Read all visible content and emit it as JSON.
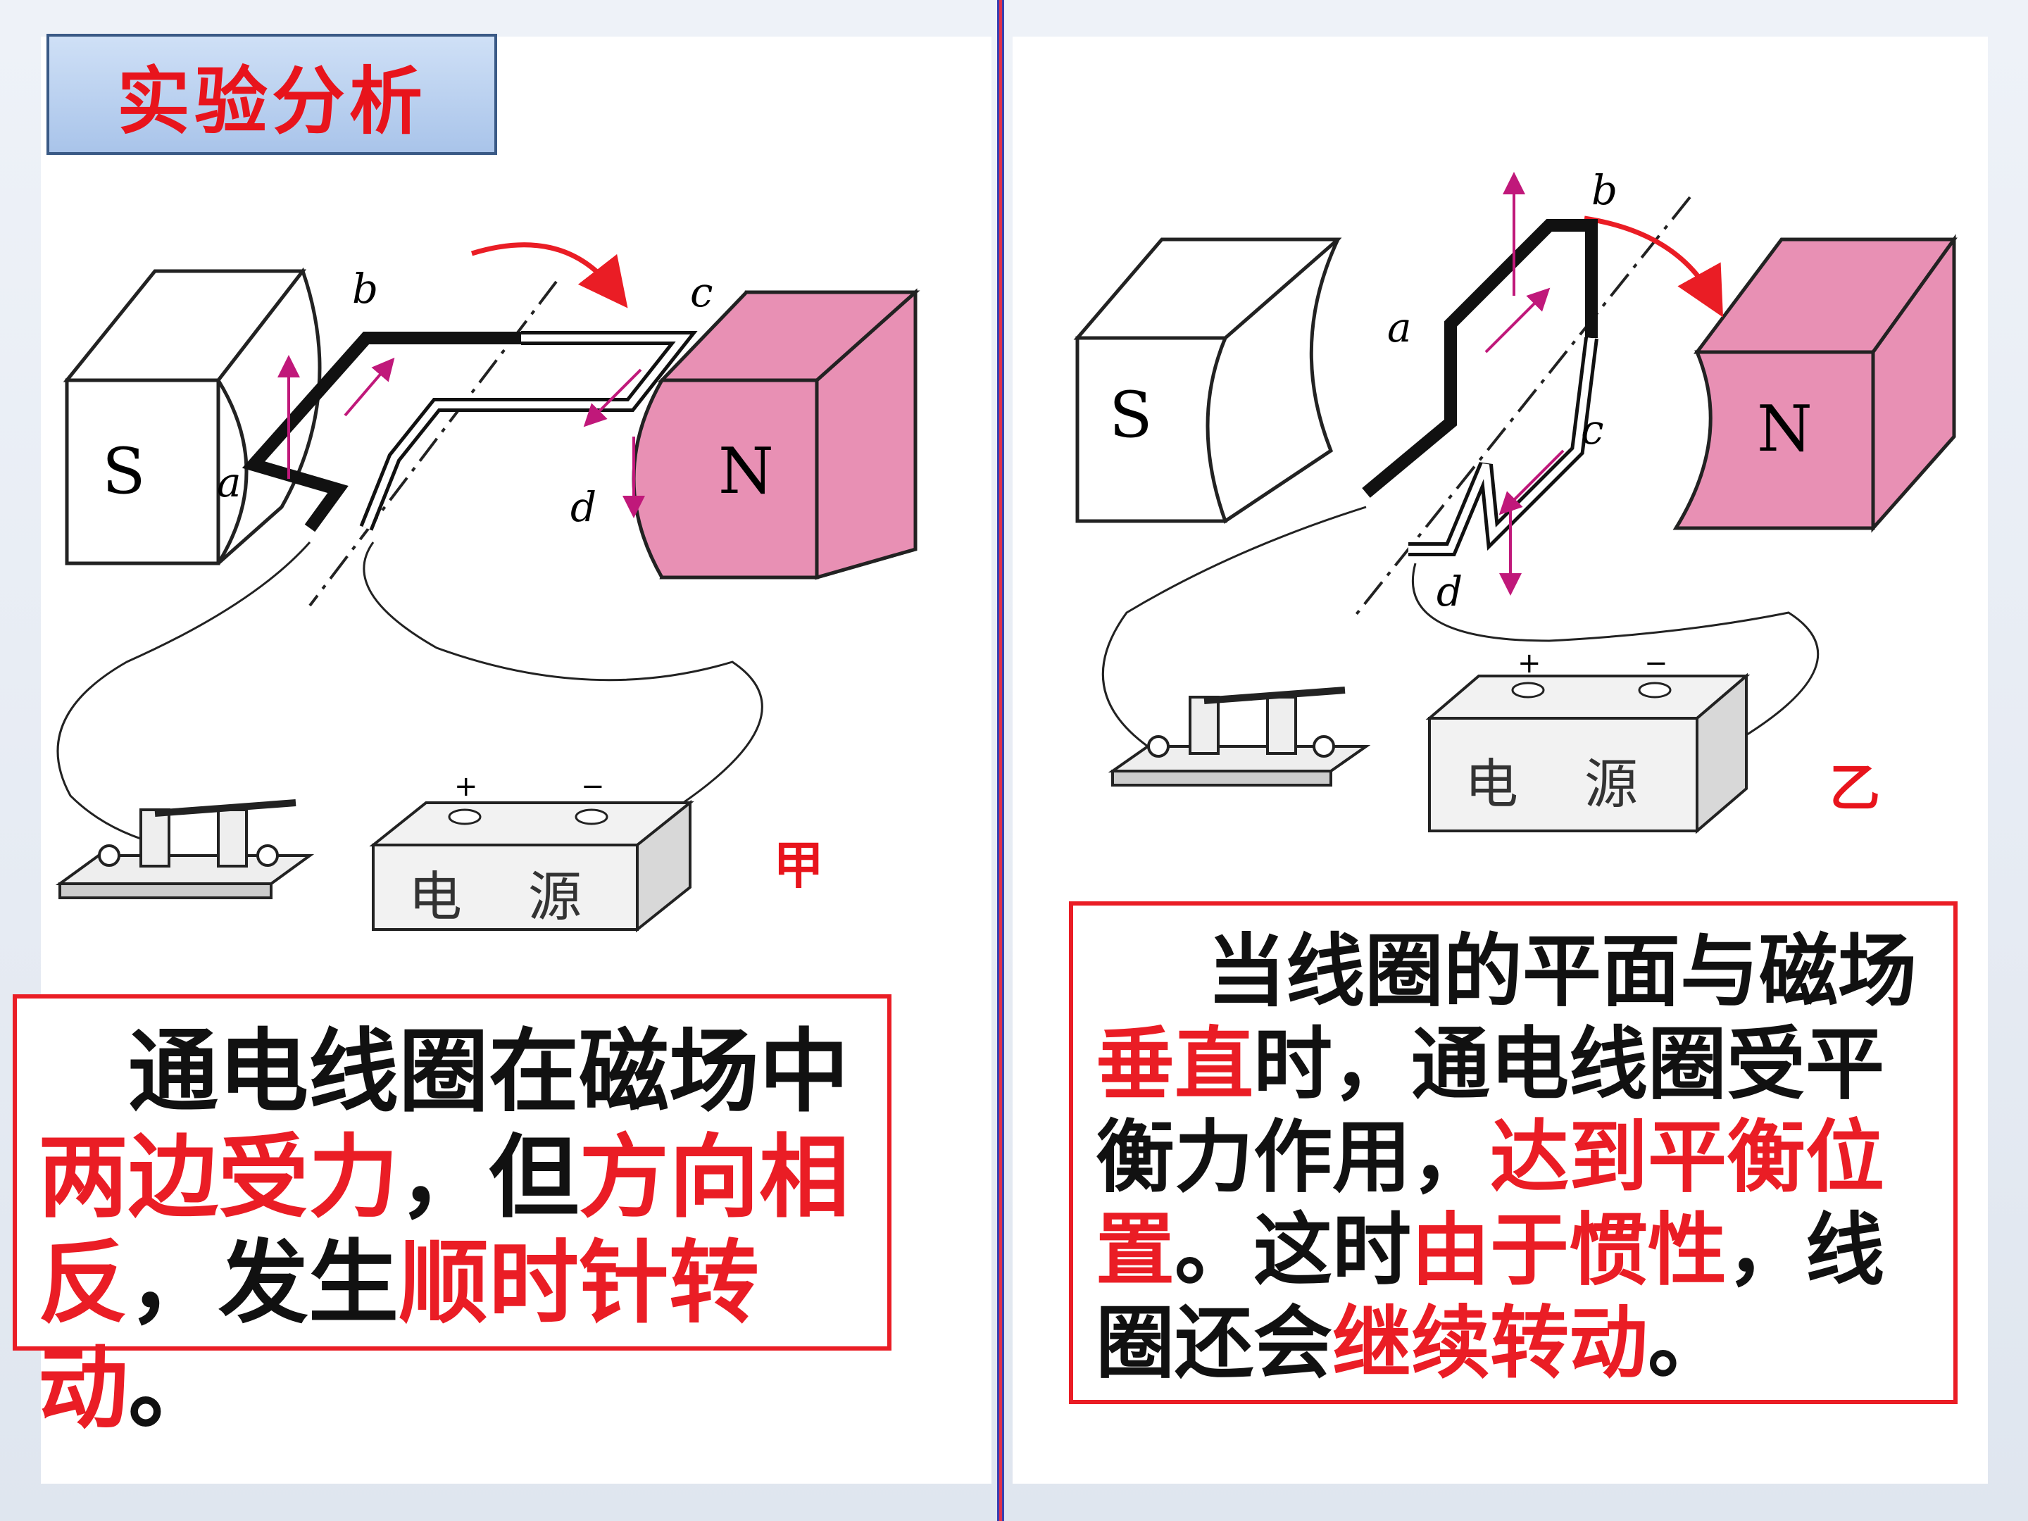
{
  "title": "实验分析",
  "left_figure": {
    "label": "甲",
    "magnet_s": "S",
    "magnet_n": "N",
    "point_a": "a",
    "point_b": "b",
    "point_c": "c",
    "point_d": "d",
    "plus": "+",
    "minus": "−",
    "power_char_1": "电",
    "power_char_2": "源"
  },
  "right_figure": {
    "label": "乙",
    "magnet_s": "S",
    "magnet_n": "N",
    "point_a": "a",
    "point_b": "b",
    "point_c": "c",
    "point_d": "d",
    "plus": "+",
    "minus": "−",
    "power_char_1": "电",
    "power_char_2": "源"
  },
  "left_text": {
    "p1": "通电线圈在磁场中",
    "p2_red": "两边受力",
    "p3": "，但",
    "p4_red": "方向相反",
    "p5": "，发生",
    "p6_red": "顺时针转动",
    "p7": "。"
  },
  "right_text": {
    "p1": "当线圈的平面与磁场",
    "p2_red": "垂直",
    "p3": "时，通电线圈受平衡力作用，",
    "p4_red": "达到平衡位置",
    "p5": "。这时",
    "p6_red": "由于惯性",
    "p7": "，线圈还会",
    "p8_red": "继续转动",
    "p9": "。"
  },
  "colors": {
    "accent_red": "#ea1d25",
    "magnet_pink": "#e890b4",
    "arrow_magenta": "#c0187a",
    "divider_blue": "#3b3fb0"
  }
}
